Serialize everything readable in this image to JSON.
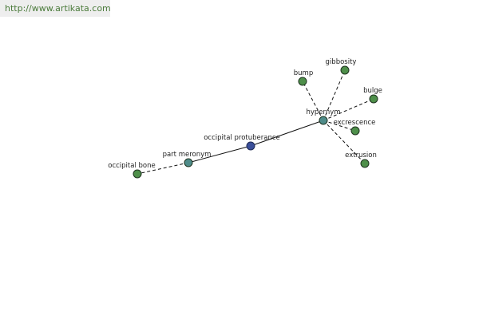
{
  "header": {
    "url": "http://www.artikata.com"
  },
  "colors": {
    "leaf_node": "#4e8f4a",
    "relation_node": "#4f8c8a",
    "center_node": "#3a4f9a",
    "node_stroke": "#1f3320",
    "edge": "#111111"
  },
  "nodes": {
    "occipital_protuberance": "occipital protuberance",
    "part_meronym": "part meronym",
    "occipital_bone": "occipital bone",
    "hypernym": "hypernym",
    "bump": "bump",
    "gibbosity": "gibbosity",
    "bulge": "bulge",
    "excrescence": "excrescence",
    "extrusion": "extrusion"
  }
}
